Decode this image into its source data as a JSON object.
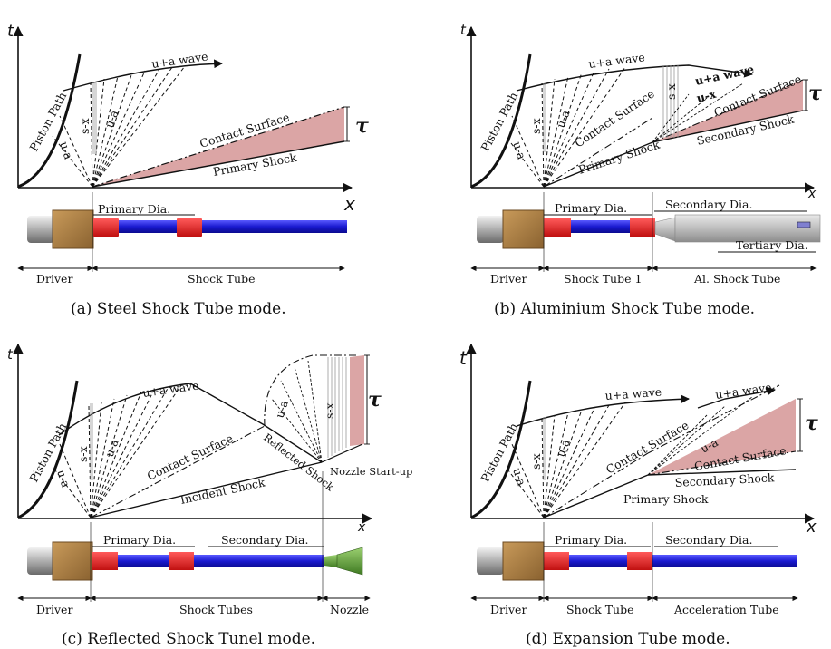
{
  "panels": [
    {
      "id": "a",
      "caption": "(a) Steel Shock Tube mode.",
      "t_label": "t",
      "x_label": "x",
      "tau": "τ",
      "waves": [
        "Piston Path",
        "u+a wave",
        "u-a",
        "u-a",
        "s-x",
        "Contact Surface",
        "Primary Shock"
      ],
      "labels": {
        "piston": "Piston Path",
        "ua": "u+a wave",
        "uma1": "u-a",
        "uma2": "u-a",
        "sx": "s-x",
        "cs": "Contact Surface",
        "ps": "Primary Shock"
      },
      "tube": {
        "primary_dia": "Primary Dia.",
        "driver": "Driver",
        "section": "Shock Tube"
      }
    },
    {
      "id": "b",
      "caption": "(b) Aluminium Shock Tube mode.",
      "t_label": "t",
      "x_label": "x",
      "tau": "τ",
      "labels": {
        "piston": "Piston Path",
        "ua": "u+a wave",
        "ua2": "u+a wave",
        "uma1": "u-a",
        "uma2": "u-a",
        "uma3": "u-x",
        "sx": "s-x",
        "sx2": "s-x",
        "cs": "Contact Surface",
        "cs2": "Contact Surface",
        "ps": "Primary Shock",
        "ss": "Secondary Shock"
      },
      "tube": {
        "primary_dia": "Primary Dia.",
        "secondary_dia": "Secondary Dia.",
        "tertiary_dia": "Tertiary Dia.",
        "driver": "Driver",
        "section1": "Shock Tube 1",
        "section2": "Al. Shock Tube"
      }
    },
    {
      "id": "c",
      "caption": "(c) Reflected Shock Tunel mode.",
      "t_label": "t",
      "x_label": "x",
      "tau": "τ",
      "labels": {
        "piston": "Piston Path",
        "ua": "u+a wave",
        "uma1": "u-a",
        "uma2": "u-a",
        "uma3": "u-a",
        "sx": "s-x",
        "sx2": "s-x",
        "cs": "Contact Surface",
        "rs": "Reflected Shock",
        "is": "Incident Shock",
        "ns": "Nozzle Start-up"
      },
      "tube": {
        "primary_dia": "Primary Dia.",
        "secondary_dia": "Secondary Dia.",
        "driver": "Driver",
        "section1": "Shock Tubes",
        "section2": "Nozzle"
      }
    },
    {
      "id": "d",
      "caption": "(d) Expansion Tube mode.",
      "t_label": "t",
      "x_label": "x",
      "tau": "τ",
      "labels": {
        "piston": "Piston Path",
        "ua": "u+a wave",
        "ua2": "u+a wave",
        "uma1": "u-a",
        "uma2": "u-a",
        "uma3": "u-a",
        "sx": "s-x",
        "cs": "Contact Surface",
        "cs2": "Contact Surface",
        "ps": "Primary Shock",
        "ss": "Secondary Shock"
      },
      "tube": {
        "primary_dia": "Primary Dia.",
        "secondary_dia": "Secondary Dia.",
        "driver": "Driver",
        "section1": "Shock Tube",
        "section2": "Acceleration Tube"
      }
    }
  ]
}
